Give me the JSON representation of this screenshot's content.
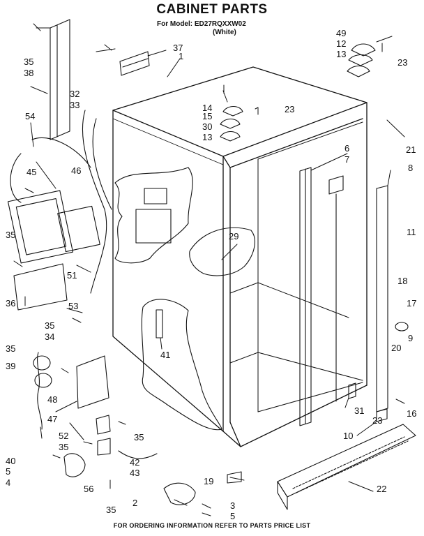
{
  "header": {
    "title": "CABINET PARTS",
    "model": "For Model: ED27RQXXW02",
    "variant": "(White)"
  },
  "footer": {
    "note": "FOR ORDERING INFORMATION REFER TO PARTS PRICE LIST"
  },
  "callouts": [
    "49",
    "12",
    "13",
    "23",
    "35",
    "38",
    "37",
    "1",
    "32",
    "33",
    "14",
    "15",
    "23",
    "30",
    "13",
    "21",
    "54",
    "6",
    "7",
    "8",
    "45",
    "46",
    "35",
    "29",
    "11",
    "18",
    "17",
    "51",
    "36",
    "53",
    "35",
    "34",
    "35",
    "41",
    "9",
    "20",
    "39",
    "48",
    "31",
    "47",
    "16",
    "23",
    "52",
    "35",
    "10",
    "40",
    "35",
    "5",
    "56",
    "4",
    "42",
    "43",
    "19",
    "2",
    "3",
    "35",
    "5",
    "22"
  ]
}
